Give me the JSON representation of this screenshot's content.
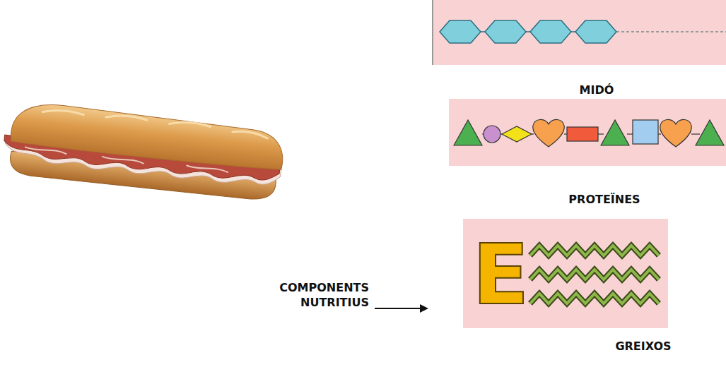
{
  "diagram": {
    "nodes": [
      {
        "text": [
          "MIDÓ"
        ]
      },
      {
        "text": [
          "PROTEÏNES"
        ]
      },
      {
        "text": [
          "GREIXOS"
        ]
      }
    ],
    "labels": [
      "COMPONENTS NUTRITIUS",
      "E"
    ]
  }
}
